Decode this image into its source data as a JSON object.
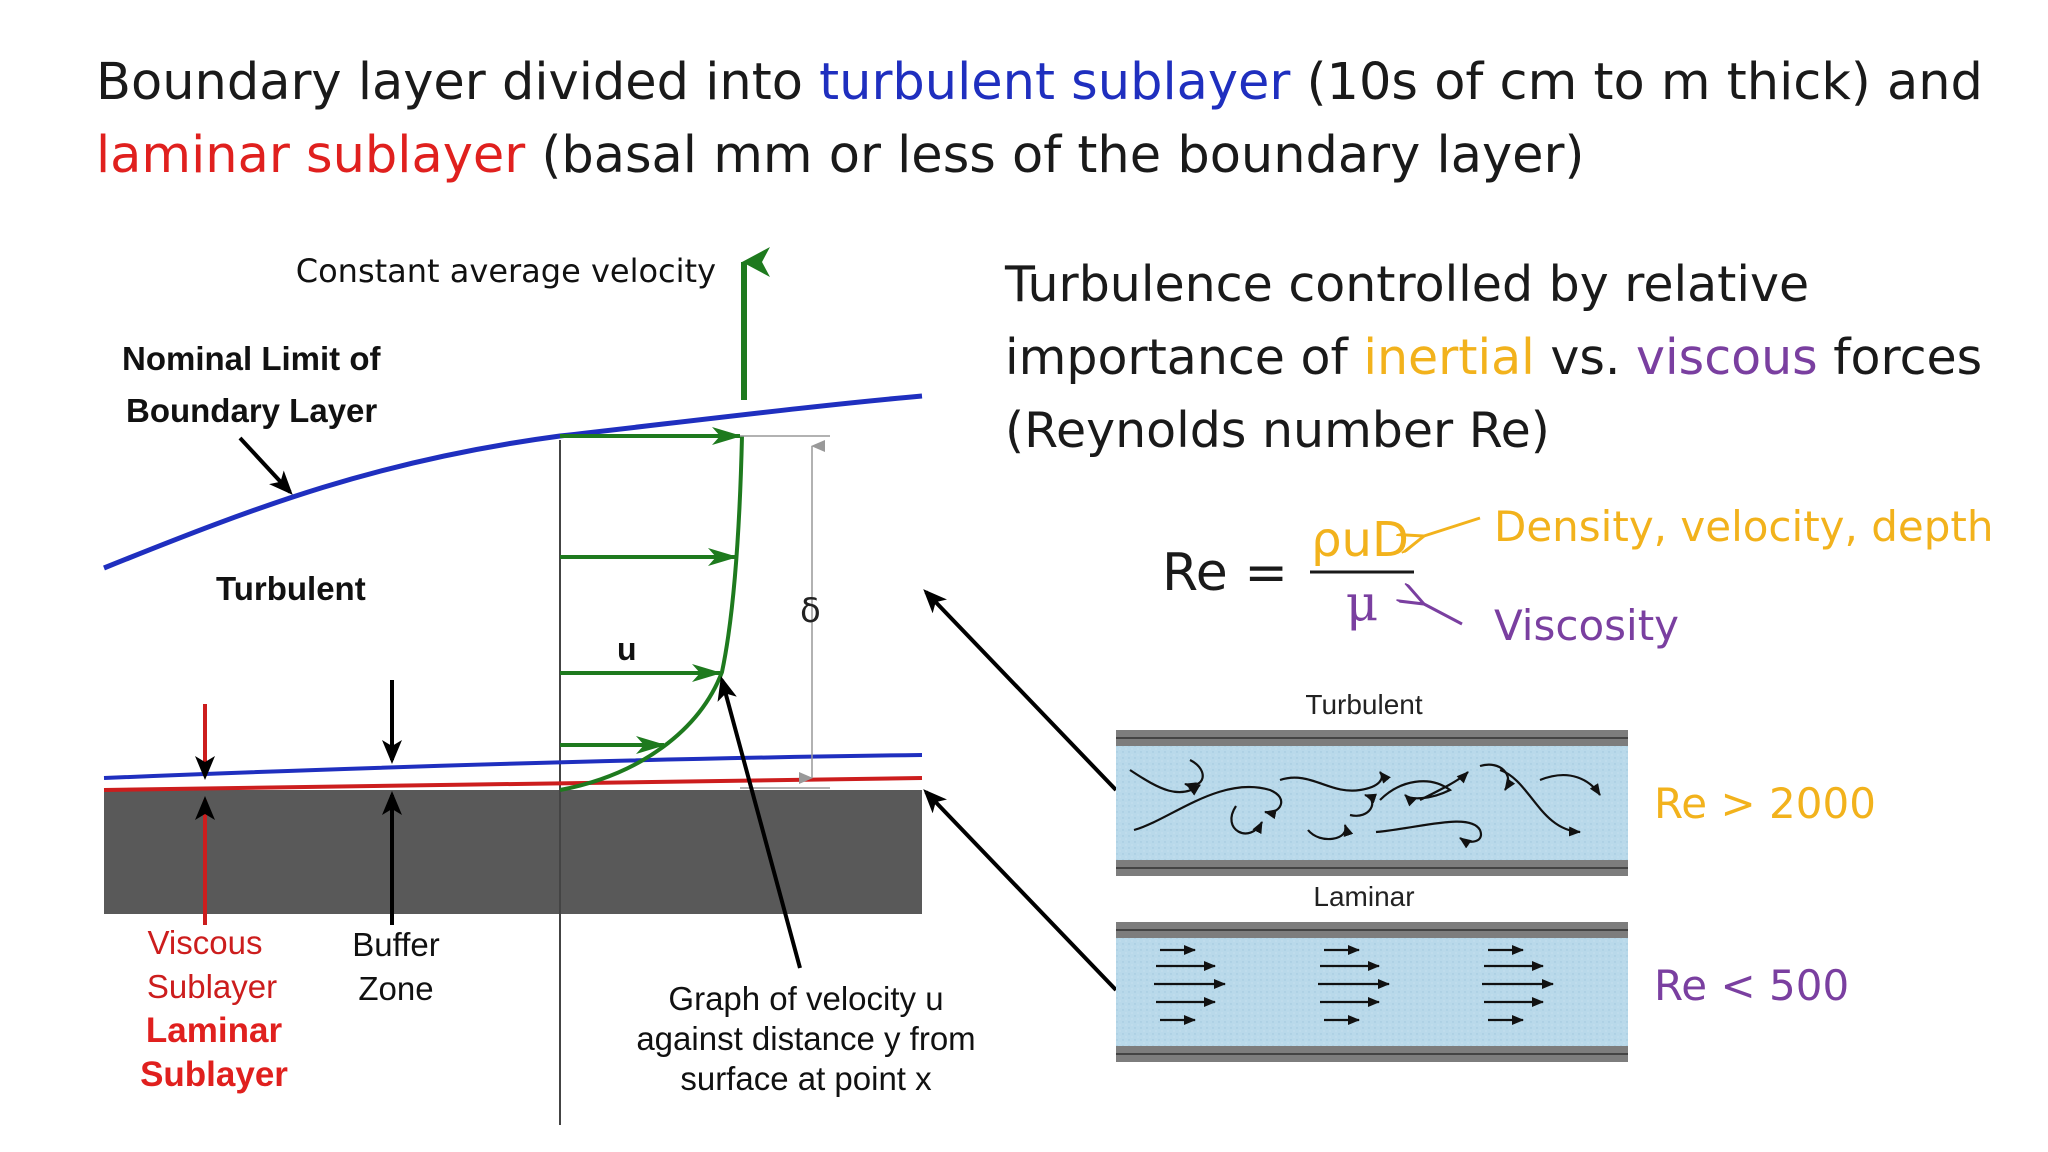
{
  "title": {
    "part1": "Boundary layer divided into ",
    "turbulent": "turbulent sublayer",
    "part2": " (10s of cm to m thick) and ",
    "laminar": "laminar sublayer",
    "part3": " (basal mm or less of the boundary layer)"
  },
  "right_text": {
    "part1": "Turbulence controlled by relative importance of ",
    "inertial": "inertial",
    "vs": " vs. ",
    "viscous": "viscous",
    "part2": " forces (Reynolds number Re)"
  },
  "equation": {
    "lhs": "Re =",
    "numerator": "ρuD",
    "denominator": "μ",
    "numerator_note": "Density, velocity, depth",
    "denominator_note": "Viscosity"
  },
  "diagram": {
    "constant_velocity": "Constant average velocity",
    "nominal_limit_1": "Nominal Limit of",
    "nominal_limit_2": "Boundary Layer",
    "turbulent": "Turbulent",
    "u": "u",
    "delta": "δ",
    "viscous_1": "Viscous",
    "viscous_2": "Sublayer",
    "laminar_1": "Laminar",
    "laminar_2": "Sublayer",
    "buffer_1": "Buffer",
    "buffer_2": "Zone",
    "graph_1": "Graph of velocity u",
    "graph_2": "against distance y from",
    "graph_3": "surface at point x"
  },
  "pipes": {
    "turbulent_label": "Turbulent",
    "laminar_label": "Laminar",
    "turbulent_re": "Re > 2000",
    "laminar_re": "Re < 500"
  },
  "colors": {
    "blue": "#1f2fbf",
    "red": "#e0201e",
    "orange": "#f2b21c",
    "purple": "#7a3fa0",
    "green": "#1e7a1e"
  }
}
